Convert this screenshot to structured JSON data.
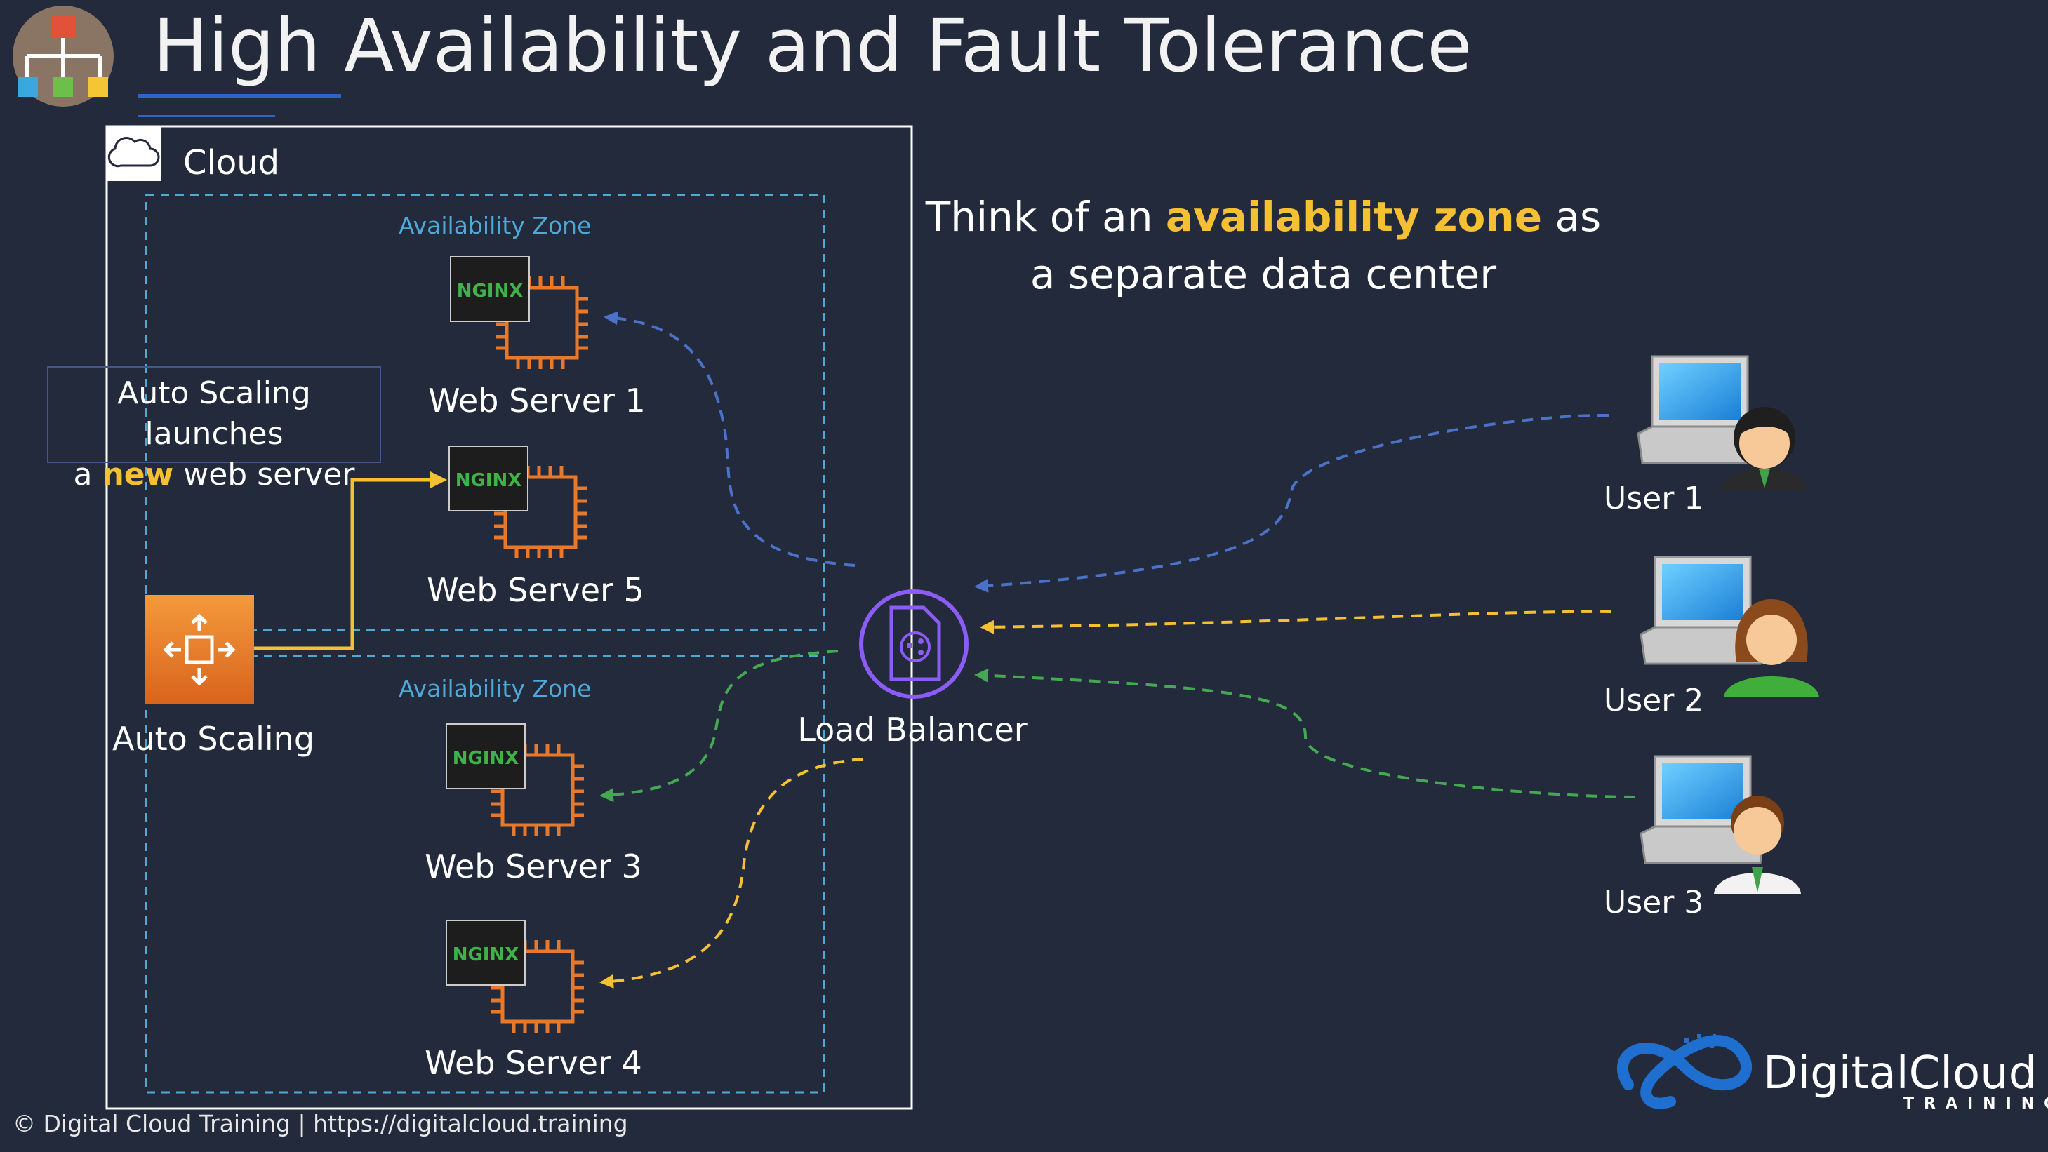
{
  "title": "High Availability and Fault Tolerance",
  "cloud": {
    "label": "Cloud"
  },
  "zones": [
    {
      "label": "Availability Zone"
    },
    {
      "label": "Availability Zone"
    }
  ],
  "servers": [
    {
      "label": "Web Server 1",
      "logo": "NGINX"
    },
    {
      "label": "Web Server 5",
      "logo": "NGINX"
    },
    {
      "label": "Web Server 3",
      "logo": "NGINX"
    },
    {
      "label": "Web Server 4",
      "logo": "NGINX"
    }
  ],
  "callout": {
    "line1": "Auto Scaling launches",
    "line2_pre": "a ",
    "line2_highlight": "new",
    "line2_post": " web server"
  },
  "auto_scaling": {
    "label": "Auto Scaling"
  },
  "load_balancer": {
    "label": "Load Balancer"
  },
  "note": {
    "pre": "Think of an ",
    "highlight": "availability zone",
    "post": " as",
    "line2": "a separate data center"
  },
  "users": [
    {
      "label": "User 1"
    },
    {
      "label": "User 2"
    },
    {
      "label": "User 3"
    }
  ],
  "footer": "© Digital Cloud Training  | https://digitalcloud.training",
  "brand": {
    "name": "DigitalCloud",
    "sub": "TRAINING"
  },
  "colors": {
    "background": "#232a3b",
    "highlight": "#f5c133",
    "arrow_user1": "#4a72c9",
    "arrow_user2": "#f5c133",
    "arrow_user3": "#45a852",
    "zone_border": "#4fa8d6",
    "autoscaling": "#e8782a",
    "load_balancer": "#8b5cf6"
  },
  "icons": [
    "org-chart-icon",
    "cloud-icon",
    "nginx-chip-icon",
    "autoscaling-icon",
    "load-balancer-icon",
    "user-laptop-icon",
    "digitalcloud-logo-icon"
  ]
}
